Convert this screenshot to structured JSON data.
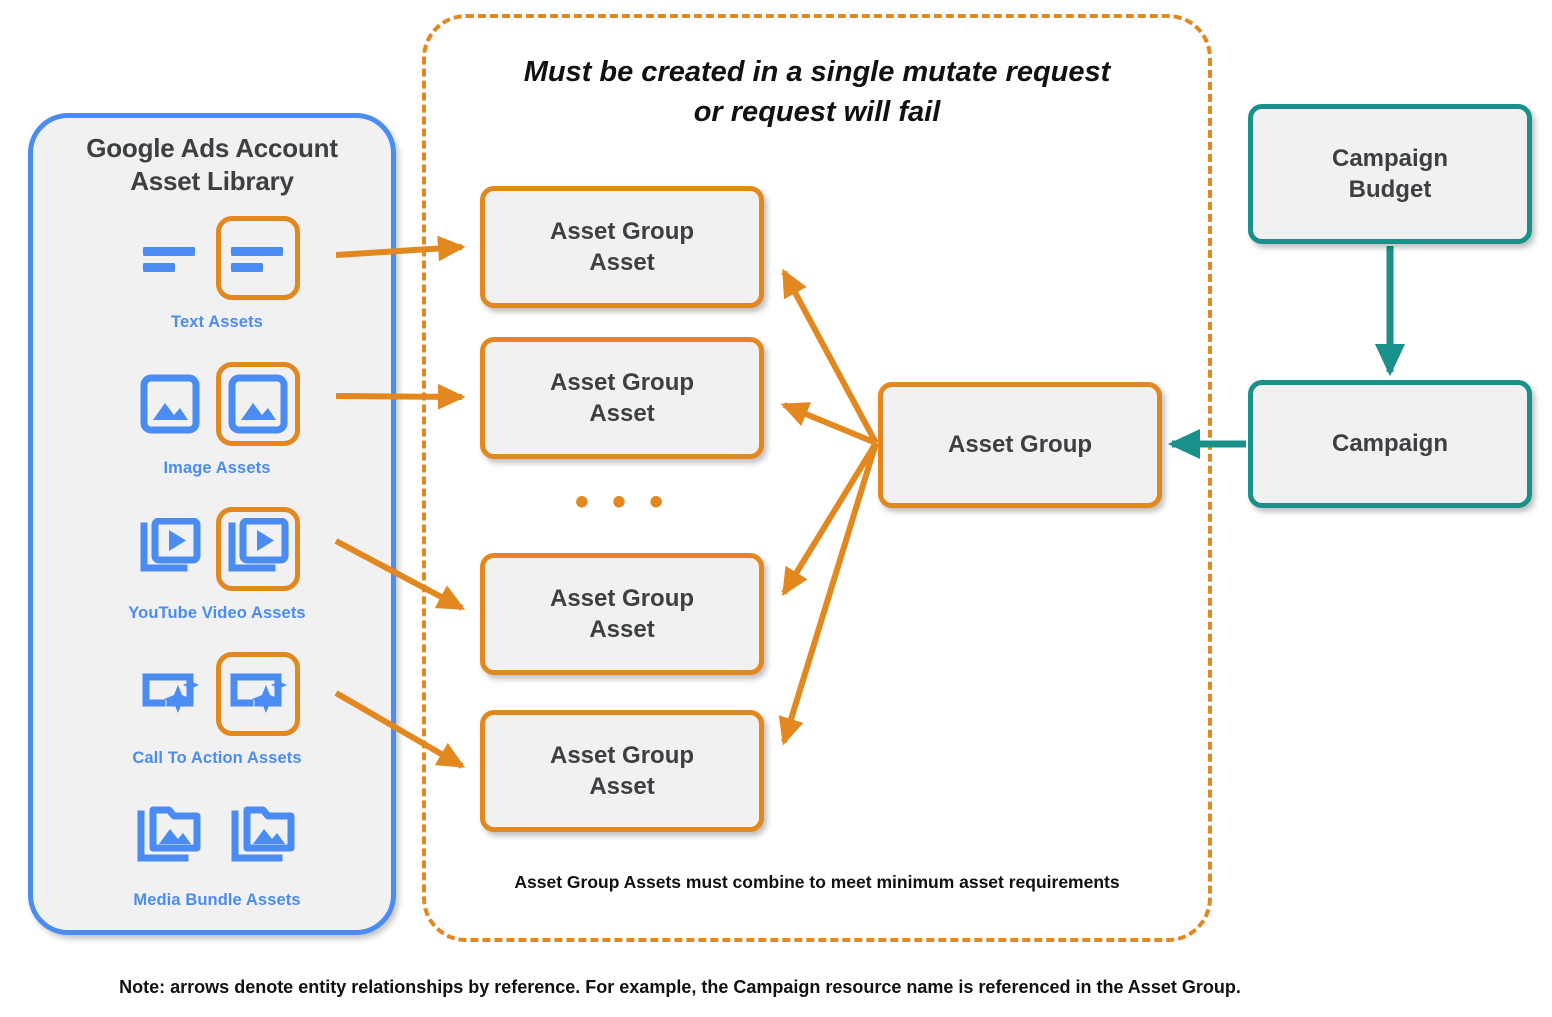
{
  "library": {
    "title_line1": "Google Ads Account",
    "title_line2": "Asset Library",
    "border_color": "#4a8cf2",
    "caption_color": "#4a8cf2",
    "items": [
      {
        "caption": "Text Assets",
        "icon": "text-lines-icon",
        "highlighted_index": 1
      },
      {
        "caption": "Image Assets",
        "icon": "image-picture-icon",
        "highlighted_index": 1
      },
      {
        "caption": "YouTube Video  Assets",
        "icon": "video-play-stack-icon",
        "highlighted_index": 1
      },
      {
        "caption": "Call To Action Assets",
        "icon": "call-to-action-sparkle-icon",
        "highlighted_index": 1
      },
      {
        "caption": "Media Bundle  Assets",
        "icon": "media-bundle-folder-icon",
        "highlighted_index": -1
      }
    ]
  },
  "mutate": {
    "header_line1": "Must be created in a single mutate request",
    "header_line2": "or request will fail",
    "footnote": "Asset Group Assets must combine to meet minimum asset requirements",
    "border_color": "#e2881e",
    "ellipsis": "• • •"
  },
  "nodes": {
    "asset_group_assets": [
      {
        "line1": "Asset Group",
        "line2": "Asset"
      },
      {
        "line1": "Asset Group",
        "line2": "Asset"
      },
      {
        "line1": "Asset Group",
        "line2": "Asset"
      },
      {
        "line1": "Asset Group",
        "line2": "Asset"
      }
    ],
    "asset_group": {
      "label": "Asset Group"
    },
    "campaign_budget": {
      "line1": "Campaign",
      "line2": "Budget"
    },
    "campaign": {
      "label": "Campaign"
    }
  },
  "colors": {
    "orange": "#e2881e",
    "teal": "#19918a",
    "blue": "#4a8cf2",
    "node_fill": "#f1f1f1",
    "text": "#3c4043"
  },
  "note": "Note: arrows denote entity relationships by reference. For example, the Campaign resource name is referenced in the Asset Group."
}
